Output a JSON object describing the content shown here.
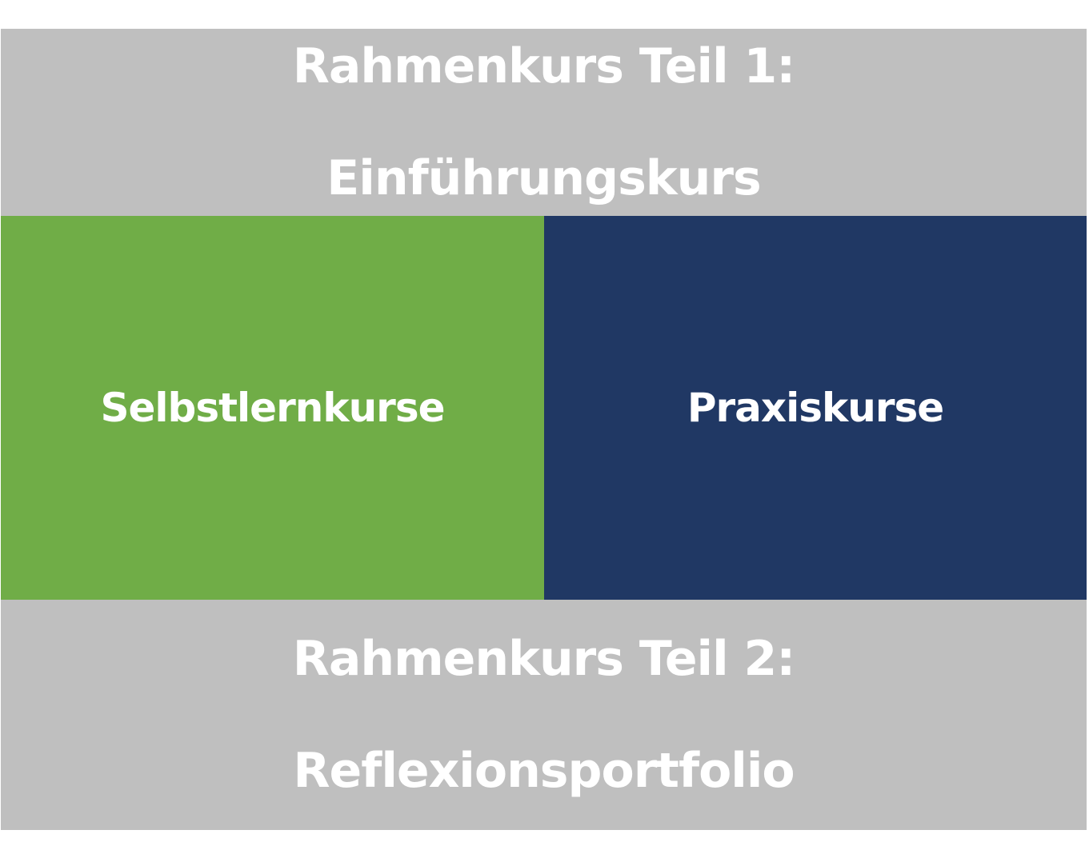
{
  "colors": {
    "gray": "#bfbfbf",
    "green": "#70ad47",
    "navy": "#203864"
  },
  "top": {
    "line1": "Rahmenkurs Teil 1:",
    "line2": "Einführungskurs"
  },
  "left": {
    "label": "Selbstlernkurse"
  },
  "right": {
    "label": "Praxiskurse"
  },
  "bottom": {
    "line1": "Rahmenkurs Teil 2:",
    "line2": "Reflexionsportfolio"
  }
}
